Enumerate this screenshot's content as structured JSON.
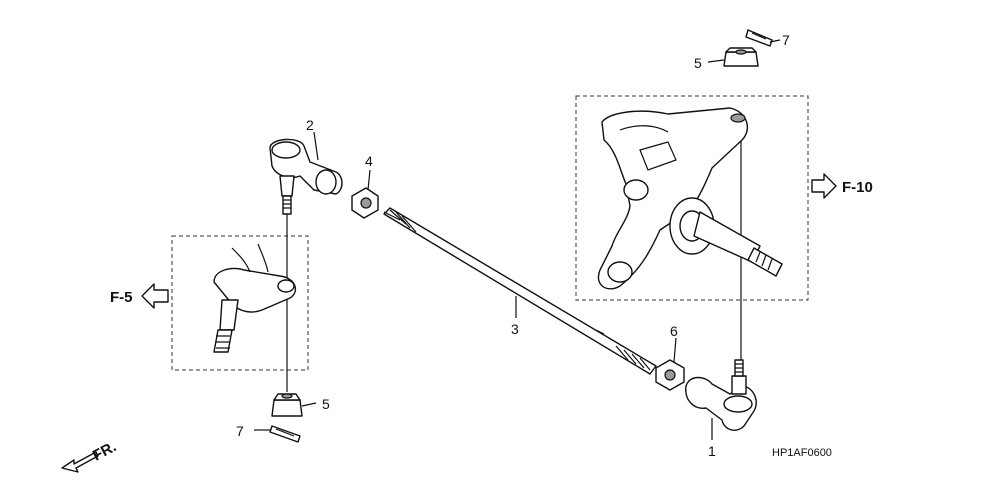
{
  "diagram": {
    "callouts": [
      "1",
      "2",
      "3",
      "4",
      "5",
      "5",
      "6",
      "7",
      "7"
    ],
    "refs": {
      "left": "F-5",
      "right": "F-10"
    },
    "direction_label": "FR.",
    "drawing_code": "HP1AF0600"
  }
}
